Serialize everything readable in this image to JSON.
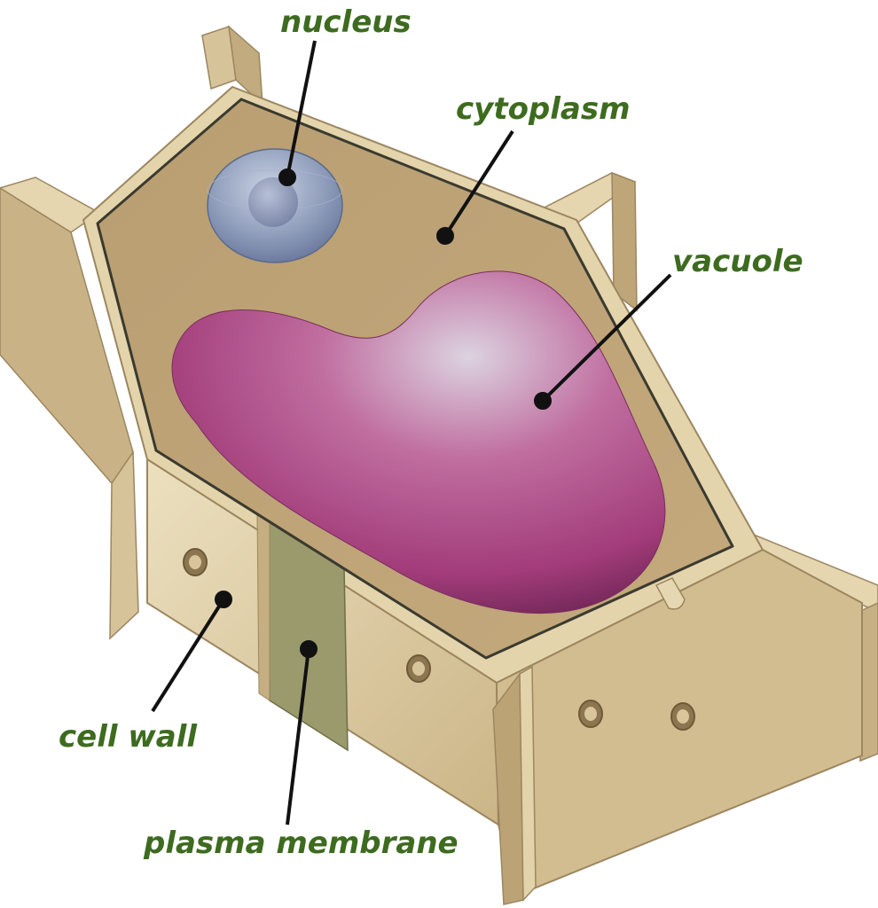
{
  "colors": {
    "label_text": "#3d6b1f",
    "wall_light": "#e3d3a9",
    "wall_mid": "#cdb88b",
    "wall_dark": "#a89064",
    "cytoplasm": "#b79d70",
    "membrane": "#3a3a30",
    "membrane_band": "#9a9a6c",
    "nucleus": "#8c9ab8",
    "vacuole": "#a8407e",
    "leader_line": "#111111"
  },
  "labels": {
    "nucleus": "nucleus",
    "cytoplasm": "cytoplasm",
    "vacuole": "vacuole",
    "cell_wall": "cell wall",
    "plasma_membrane": "plasma membrane"
  }
}
